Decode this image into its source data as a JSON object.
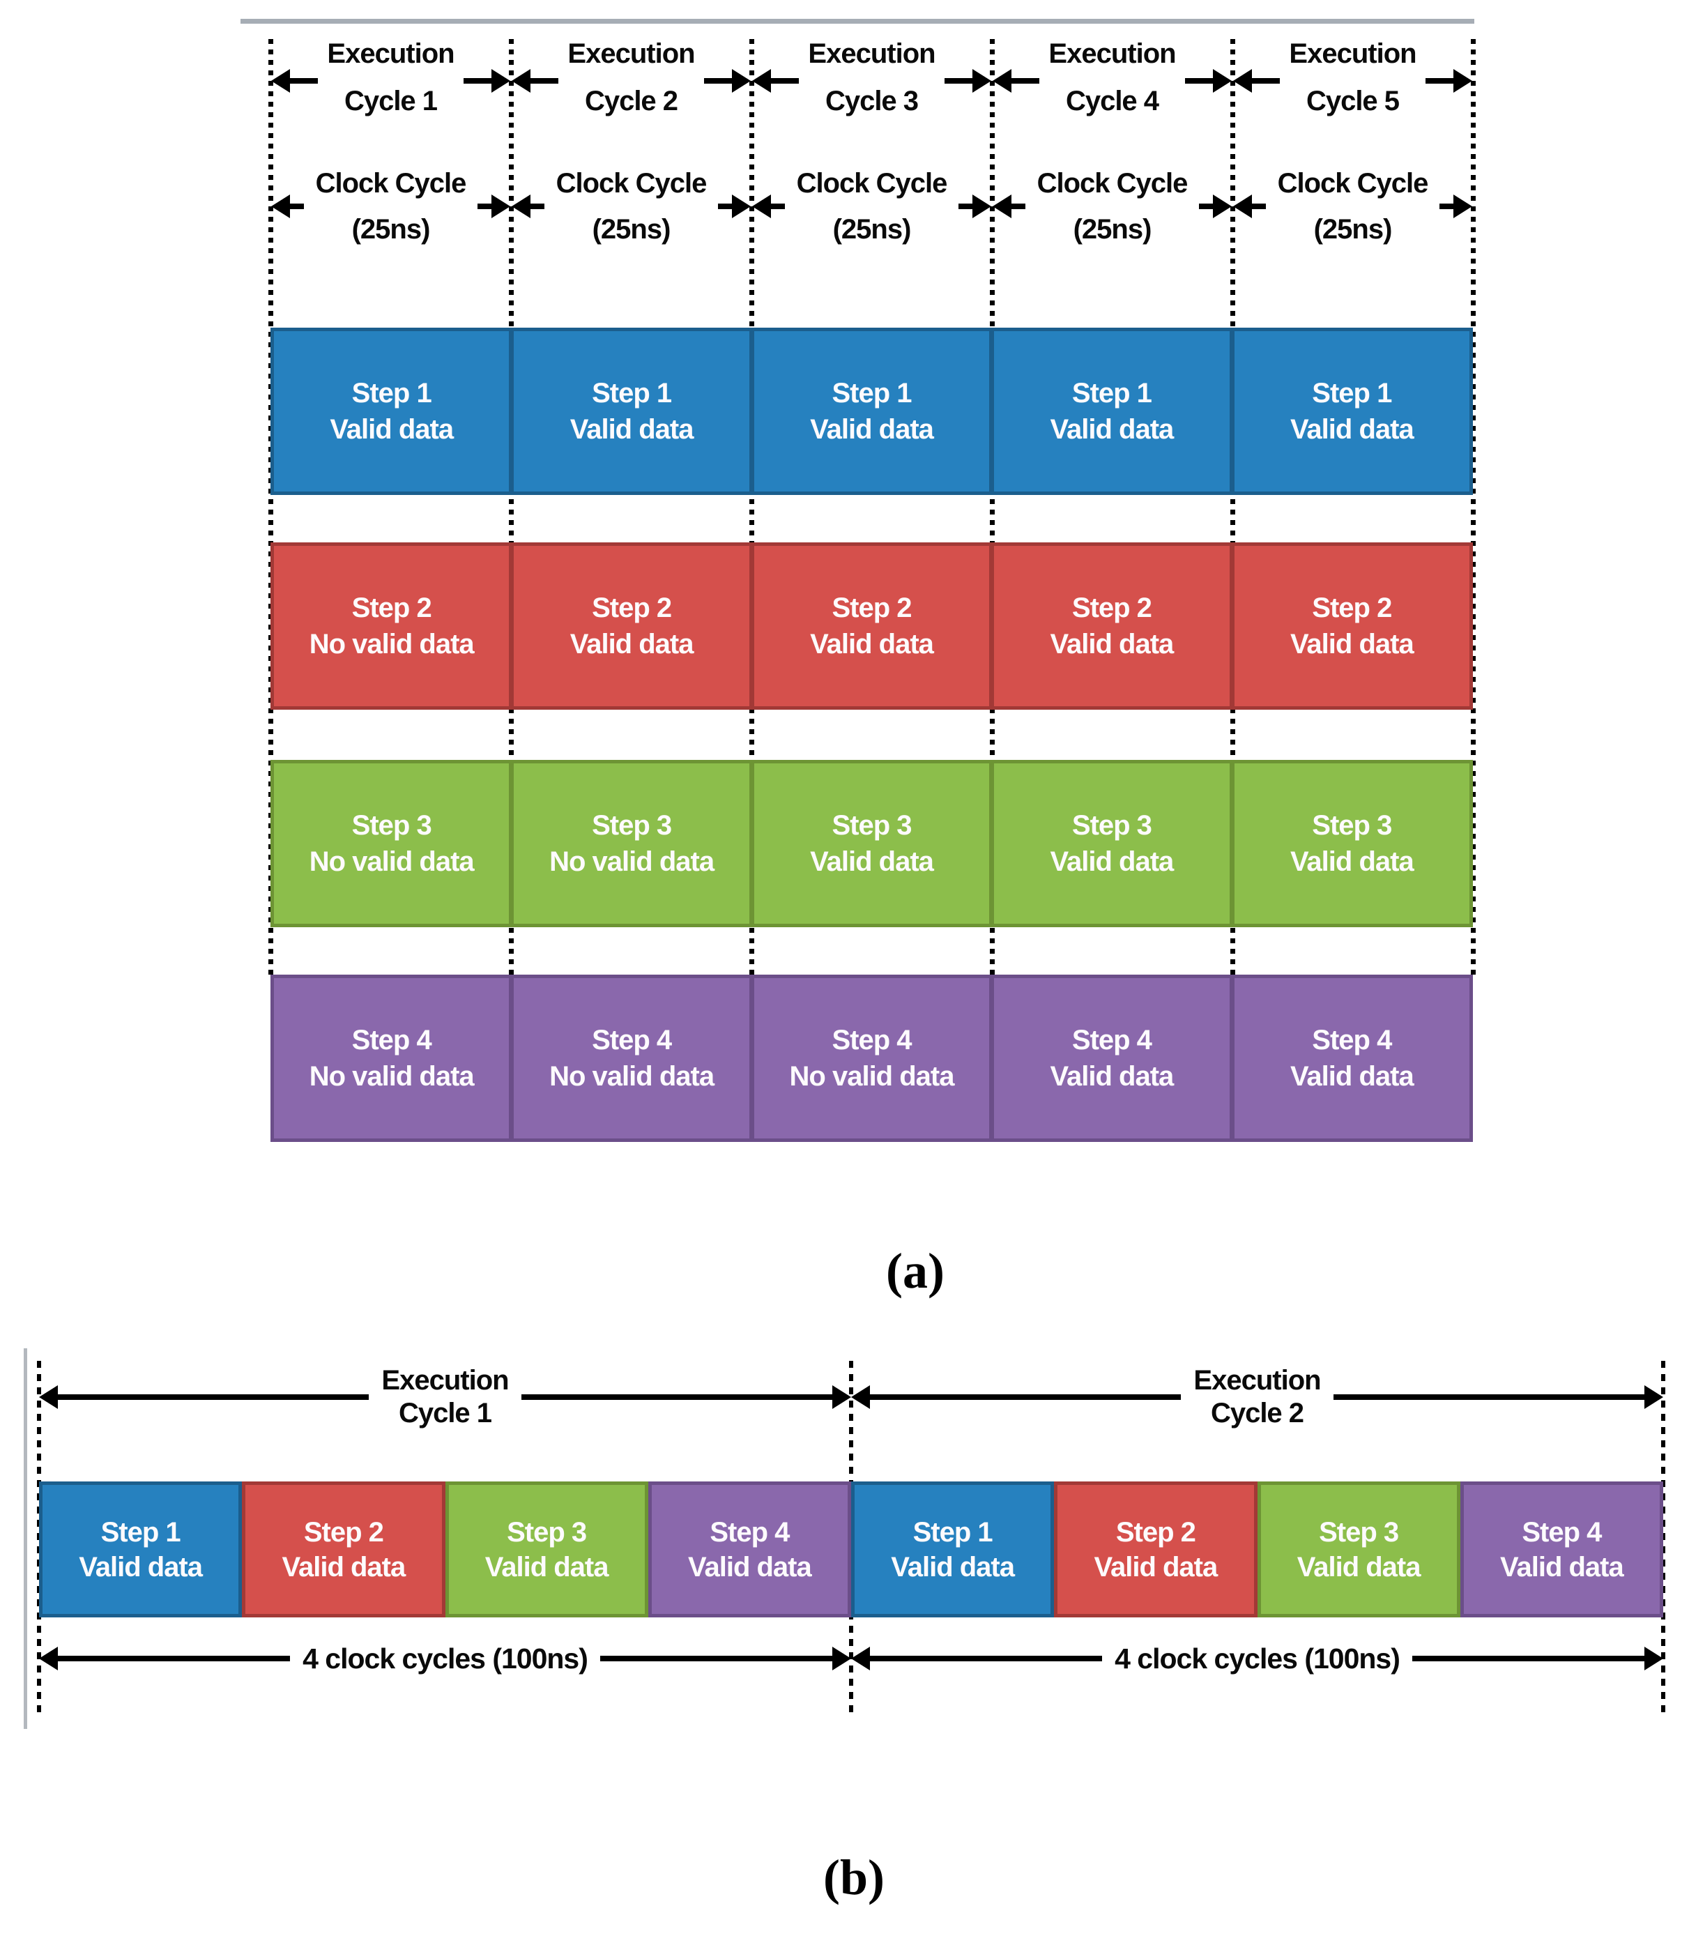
{
  "figure_a": {
    "caption": "(a)",
    "columns": [
      {
        "execution": "Execution",
        "cycle": "Cycle 1",
        "clock": "Clock Cycle",
        "duration": "(25ns)"
      },
      {
        "execution": "Execution",
        "cycle": "Cycle 2",
        "clock": "Clock Cycle",
        "duration": "(25ns)"
      },
      {
        "execution": "Execution",
        "cycle": "Cycle 3",
        "clock": "Clock Cycle",
        "duration": "(25ns)"
      },
      {
        "execution": "Execution",
        "cycle": "Cycle 4",
        "clock": "Clock Cycle",
        "duration": "(25ns)"
      },
      {
        "execution": "Execution",
        "cycle": "Cycle 5",
        "clock": "Clock Cycle",
        "duration": "(25ns)"
      }
    ],
    "rows": [
      {
        "step": "Step 1",
        "color_key": "blue",
        "cells": [
          "Valid data",
          "Valid data",
          "Valid data",
          "Valid data",
          "Valid data"
        ]
      },
      {
        "step": "Step 2",
        "color_key": "red",
        "cells": [
          "No valid data",
          "Valid data",
          "Valid data",
          "Valid data",
          "Valid data"
        ]
      },
      {
        "step": "Step 3",
        "color_key": "green",
        "cells": [
          "No valid data",
          "No valid data",
          "Valid data",
          "Valid data",
          "Valid data"
        ]
      },
      {
        "step": "Step 4",
        "color_key": "purple",
        "cells": [
          "No valid data",
          "No valid data",
          "No valid data",
          "Valid data",
          "Valid data"
        ]
      }
    ]
  },
  "figure_b": {
    "caption": "(b)",
    "halves": [
      {
        "execution": "Execution",
        "cycle": "Cycle 1",
        "clock": "4 clock cycles (100ns)"
      },
      {
        "execution": "Execution",
        "cycle": "Cycle 2",
        "clock": "4 clock cycles (100ns)"
      }
    ],
    "segments": [
      {
        "step": "Step 1",
        "data": "Valid data",
        "color_key": "blue"
      },
      {
        "step": "Step 2",
        "data": "Valid data",
        "color_key": "red"
      },
      {
        "step": "Step 3",
        "data": "Valid data",
        "color_key": "green"
      },
      {
        "step": "Step 4",
        "data": "Valid data",
        "color_key": "purple"
      },
      {
        "step": "Step 1",
        "data": "Valid data",
        "color_key": "blue"
      },
      {
        "step": "Step 2",
        "data": "Valid data",
        "color_key": "red"
      },
      {
        "step": "Step 3",
        "data": "Valid data",
        "color_key": "green"
      },
      {
        "step": "Step 4",
        "data": "Valid data",
        "color_key": "purple"
      }
    ]
  },
  "palette": {
    "blue": {
      "fill": "#2681BF",
      "border": "#1B5E8D"
    },
    "red": {
      "fill": "#D5504C",
      "border": "#A23936"
    },
    "green": {
      "fill": "#8CBE4B",
      "border": "#6D9434"
    },
    "purple": {
      "fill": "#8A68AC",
      "border": "#6B4E89"
    },
    "text_on_bar": "#FDFBFD",
    "line_black": "#000000",
    "rule_gray": "#A6ADB5",
    "side_rule_gray": "#B3B8BE"
  }
}
